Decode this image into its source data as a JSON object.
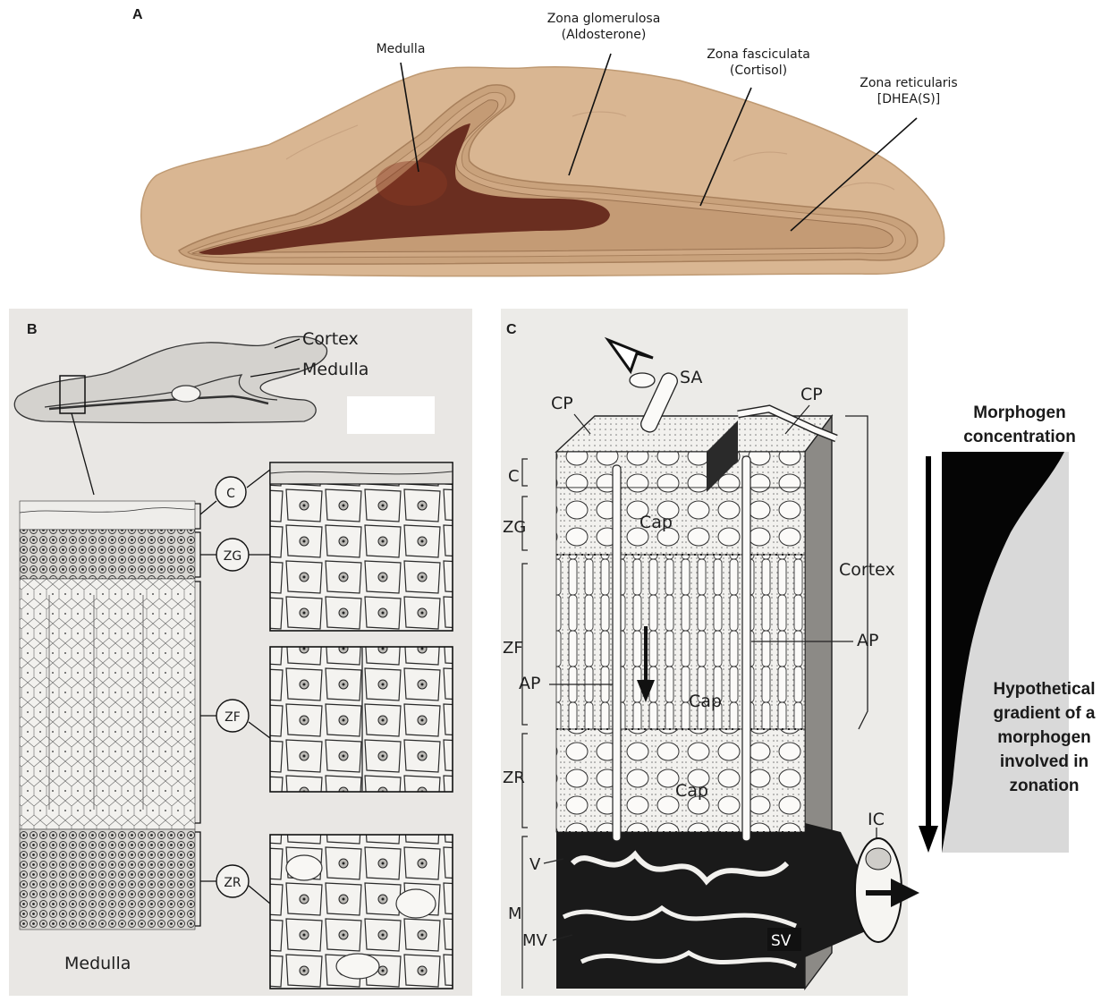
{
  "panel_a": {
    "letter": "A",
    "labels": {
      "medulla": "Medulla",
      "zg_name": "Zona glomerulosa",
      "zg_hormone": "(Aldosterone)",
      "zf_name": "Zona fasciculata",
      "zf_hormone": "(Cortisol)",
      "zr_name": "Zona reticularis",
      "zr_hormone": "[DHEA(S)]"
    },
    "colors": {
      "cortex": "#d9b692",
      "medulla": "#6a2e20",
      "zones_line": "#a8805c"
    }
  },
  "panel_b": {
    "letter": "B",
    "labels": {
      "cortex": "Cortex",
      "medulla_top": "Medulla",
      "c": "C",
      "zg": "ZG",
      "zf": "ZF",
      "zr": "ZR",
      "medulla_bottom": "Medulla"
    }
  },
  "panel_c": {
    "letter": "C",
    "labels": {
      "sa": "SA",
      "cp_left": "CP",
      "cp_right": "CP",
      "c": "C",
      "zg": "ZG",
      "cap_top": "Cap",
      "cortex": "Cortex",
      "ap_right": "AP",
      "zf": "ZF",
      "ap_left": "AP",
      "cap_mid": "Cap",
      "zr": "ZR",
      "cap_low": "Cap",
      "ic": "IC",
      "v": "V",
      "m": "M",
      "mv": "MV",
      "sv": "SV"
    }
  },
  "morphogen": {
    "title": "Morphogen concentration",
    "gradient_text": "Hypothetical gradient of a morphogen involved in zonation"
  }
}
